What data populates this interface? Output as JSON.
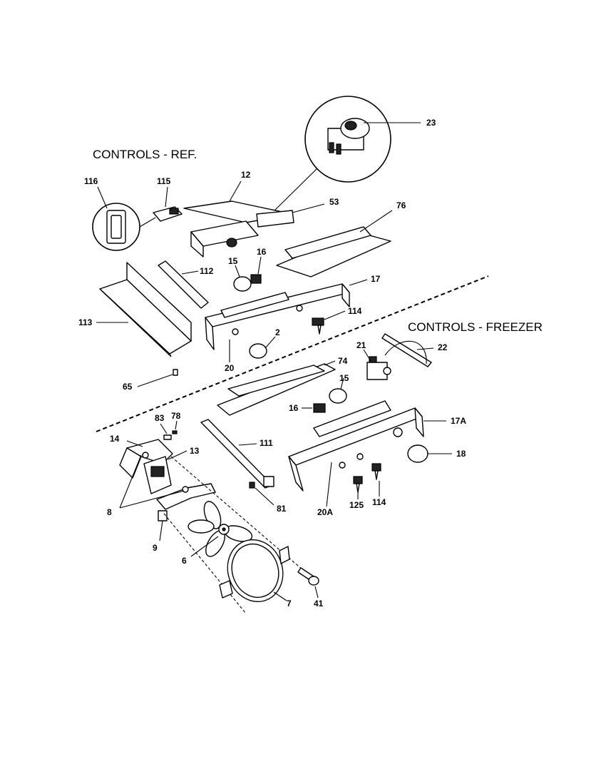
{
  "sections": {
    "ref_title": "CONTROLS - REF.",
    "freezer_title": "CONTROLS - FREEZER"
  },
  "callouts": {
    "p23": "23",
    "p116": "116",
    "p115": "115",
    "p12": "12",
    "p53": "53",
    "p76": "76",
    "p16a": "16",
    "p15a": "15",
    "p112": "112",
    "p17": "17",
    "p113": "113",
    "p114a": "114",
    "p2": "2",
    "p20": "20",
    "p65": "65",
    "p74": "74",
    "p15b": "15",
    "p21": "21",
    "p22": "22",
    "p16b": "16",
    "p83": "83",
    "p78": "78",
    "p14": "14",
    "p13": "13",
    "p111": "111",
    "p17a": "17A",
    "p18": "18",
    "p8": "8",
    "p81": "81",
    "p20a": "20A",
    "p125": "125",
    "p114b": "114",
    "p9": "9",
    "p6": "6",
    "p41": "41",
    "p7": "7"
  }
}
